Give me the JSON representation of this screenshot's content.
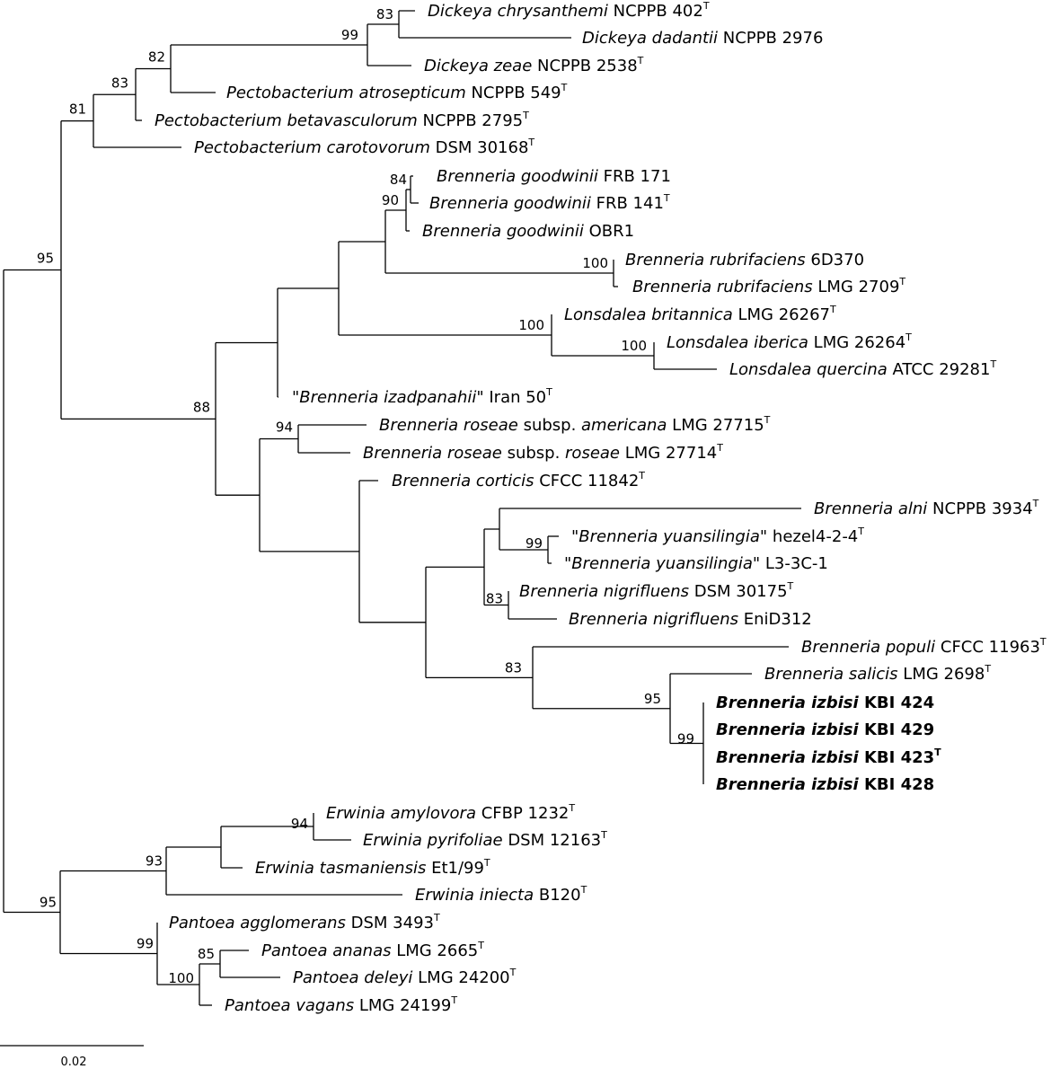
{
  "tree": {
    "leaves": [
      {
        "id": "L1",
        "parts": [
          {
            "t": "Dickeya chrysanthemi",
            "i": true
          },
          {
            "t": " NCPPB 402"
          }
        ],
        "sup": "T",
        "bold": false
      },
      {
        "id": "L2",
        "parts": [
          {
            "t": "Dickeya dadantii",
            "i": true
          },
          {
            "t": " NCPPB 2976"
          }
        ],
        "sup": "",
        "bold": false
      },
      {
        "id": "L3",
        "parts": [
          {
            "t": "Dickeya zeae",
            "i": true
          },
          {
            "t": " NCPPB 2538"
          }
        ],
        "sup": "T",
        "bold": false
      },
      {
        "id": "L4",
        "parts": [
          {
            "t": "Pectobacterium atrosepticum",
            "i": true
          },
          {
            "t": " NCPPB 549"
          }
        ],
        "sup": "T",
        "bold": false
      },
      {
        "id": "L5",
        "parts": [
          {
            "t": "Pectobacterium betavasculorum",
            "i": true
          },
          {
            "t": " NCPPB 2795"
          }
        ],
        "sup": "T",
        "bold": false
      },
      {
        "id": "L6",
        "parts": [
          {
            "t": "Pectobacterium carotovorum",
            "i": true
          },
          {
            "t": " DSM 30168"
          }
        ],
        "sup": "T",
        "bold": false
      },
      {
        "id": "L7",
        "parts": [
          {
            "t": "Brenneria goodwinii",
            "i": true
          },
          {
            "t": " FRB 171"
          }
        ],
        "sup": "",
        "bold": false
      },
      {
        "id": "L8",
        "parts": [
          {
            "t": "Brenneria goodwinii",
            "i": true
          },
          {
            "t": " FRB 141"
          }
        ],
        "sup": "T",
        "bold": false
      },
      {
        "id": "L9",
        "parts": [
          {
            "t": "Brenneria goodwinii",
            "i": true
          },
          {
            "t": " OBR1"
          }
        ],
        "sup": "",
        "bold": false
      },
      {
        "id": "L10",
        "parts": [
          {
            "t": "Brenneria rubrifaciens",
            "i": true
          },
          {
            "t": " 6D370"
          }
        ],
        "sup": "",
        "bold": false
      },
      {
        "id": "L11",
        "parts": [
          {
            "t": "Brenneria rubrifaciens",
            "i": true
          },
          {
            "t": " LMG 2709"
          }
        ],
        "sup": "T",
        "bold": false
      },
      {
        "id": "L12",
        "parts": [
          {
            "t": "Lonsdalea britannica",
            "i": true
          },
          {
            "t": " LMG 26267"
          }
        ],
        "sup": "T",
        "bold": false
      },
      {
        "id": "L13",
        "parts": [
          {
            "t": "Lonsdalea iberica",
            "i": true
          },
          {
            "t": " LMG 26264"
          }
        ],
        "sup": "T",
        "bold": false
      },
      {
        "id": "L14",
        "parts": [
          {
            "t": "Lonsdalea quercina",
            "i": true
          },
          {
            "t": " ATCC 29281"
          }
        ],
        "sup": "T",
        "bold": false
      },
      {
        "id": "L15",
        "parts": [
          {
            "t": "\""
          },
          {
            "t": "Brenneria izadpanahii",
            "i": true
          },
          {
            "t": "\" Iran 50"
          }
        ],
        "sup": "T",
        "bold": false
      },
      {
        "id": "L16",
        "parts": [
          {
            "t": "Brenneria roseae",
            "i": true
          },
          {
            "t": " subsp. "
          },
          {
            "t": "americana",
            "i": true
          },
          {
            "t": " LMG 27715"
          }
        ],
        "sup": "T",
        "bold": false
      },
      {
        "id": "L17",
        "parts": [
          {
            "t": "Brenneria roseae",
            "i": true
          },
          {
            "t": " subsp. "
          },
          {
            "t": "roseae",
            "i": true
          },
          {
            "t": " LMG 27714"
          }
        ],
        "sup": "T",
        "bold": false
      },
      {
        "id": "L18",
        "parts": [
          {
            "t": "Brenneria corticis",
            "i": true
          },
          {
            "t": " CFCC 11842"
          }
        ],
        "sup": "T",
        "bold": false
      },
      {
        "id": "L19",
        "parts": [
          {
            "t": "Brenneria alni",
            "i": true
          },
          {
            "t": " NCPPB 3934"
          }
        ],
        "sup": "T",
        "bold": false
      },
      {
        "id": "L20",
        "parts": [
          {
            "t": "\""
          },
          {
            "t": "Brenneria yuansilingia",
            "i": true
          },
          {
            "t": "\" hezel4-2-4"
          }
        ],
        "sup": "T",
        "bold": false
      },
      {
        "id": "L21",
        "parts": [
          {
            "t": "\""
          },
          {
            "t": "Brenneria yuansilingia",
            "i": true
          },
          {
            "t": "\" L3-3C-1"
          }
        ],
        "sup": "",
        "bold": false
      },
      {
        "id": "L22",
        "parts": [
          {
            "t": "Brenneria nigrifluens",
            "i": true
          },
          {
            "t": " DSM 30175"
          }
        ],
        "sup": "T",
        "bold": false
      },
      {
        "id": "L23",
        "parts": [
          {
            "t": "Brenneria nigrifluens",
            "i": true
          },
          {
            "t": " EniD312"
          }
        ],
        "sup": "",
        "bold": false
      },
      {
        "id": "L24",
        "parts": [
          {
            "t": "Brenneria populi",
            "i": true
          },
          {
            "t": " CFCC 11963"
          }
        ],
        "sup": "T",
        "bold": false
      },
      {
        "id": "L25",
        "parts": [
          {
            "t": "Brenneria salicis",
            "i": true
          },
          {
            "t": " LMG 2698"
          }
        ],
        "sup": "T",
        "bold": false
      },
      {
        "id": "L26",
        "parts": [
          {
            "t": "Brenneria izbisi",
            "i": true
          },
          {
            "t": " KBI 424"
          }
        ],
        "sup": "",
        "bold": true
      },
      {
        "id": "L27",
        "parts": [
          {
            "t": "Brenneria izbisi",
            "i": true
          },
          {
            "t": " KBI 429"
          }
        ],
        "sup": "",
        "bold": true
      },
      {
        "id": "L28",
        "parts": [
          {
            "t": "Brenneria izbisi",
            "i": true
          },
          {
            "t": " KBI 423"
          }
        ],
        "sup": "T",
        "bold": true
      },
      {
        "id": "L29",
        "parts": [
          {
            "t": "Brenneria izbisi",
            "i": true
          },
          {
            "t": " KBI 428"
          }
        ],
        "sup": "",
        "bold": true
      },
      {
        "id": "L30",
        "parts": [
          {
            "t": "Erwinia amylovora",
            "i": true
          },
          {
            "t": " CFBP 1232"
          }
        ],
        "sup": "T",
        "bold": false
      },
      {
        "id": "L31",
        "parts": [
          {
            "t": "Erwinia pyrifoliae",
            "i": true
          },
          {
            "t": " DSM 12163"
          }
        ],
        "sup": "T",
        "bold": false
      },
      {
        "id": "L32",
        "parts": [
          {
            "t": "Erwinia tasmaniensis",
            "i": true
          },
          {
            "t": " Et1/99"
          }
        ],
        "sup": "T",
        "bold": false
      },
      {
        "id": "L33",
        "parts": [
          {
            "t": "Erwinia iniecta",
            "i": true
          },
          {
            "t": " B120"
          }
        ],
        "sup": "T",
        "bold": false
      },
      {
        "id": "L34",
        "parts": [
          {
            "t": "Pantoea agglomerans",
            "i": true
          },
          {
            "t": " DSM 3493"
          }
        ],
        "sup": "T",
        "bold": false
      },
      {
        "id": "L35",
        "parts": [
          {
            "t": "Pantoea ananas",
            "i": true
          },
          {
            "t": " LMG 2665"
          }
        ],
        "sup": "T",
        "bold": false
      },
      {
        "id": "L36",
        "parts": [
          {
            "t": "Pantoea deleyi",
            "i": true
          },
          {
            "t": " LMG 24200"
          }
        ],
        "sup": "T",
        "bold": false
      },
      {
        "id": "L37",
        "parts": [
          {
            "t": "Pantoea vagans",
            "i": true
          },
          {
            "t": " LMG 24199"
          }
        ],
        "sup": "T",
        "bold": false
      }
    ],
    "bootstrap": [
      {
        "node": "N_dick_cz",
        "value": "83"
      },
      {
        "node": "N_dick",
        "value": "99"
      },
      {
        "node": "N_dick_pa",
        "value": "82"
      },
      {
        "node": "N_dick_pb",
        "value": "83"
      },
      {
        "node": "N_pect",
        "value": "81"
      },
      {
        "node": "N_upper",
        "value": "95"
      },
      {
        "node": "N_good_171_141",
        "value": "84"
      },
      {
        "node": "N_good",
        "value": "90"
      },
      {
        "node": "N_rubr",
        "value": "100"
      },
      {
        "node": "N_lons",
        "value": "100"
      },
      {
        "node": "N_lons_iq",
        "value": "100"
      },
      {
        "node": "N_bren_main",
        "value": "88"
      },
      {
        "node": "N_rose",
        "value": "94"
      },
      {
        "node": "N_yuan",
        "value": "99"
      },
      {
        "node": "N_nigr",
        "value": "83"
      },
      {
        "node": "N_pop",
        "value": "83"
      },
      {
        "node": "N_sal_izb",
        "value": "95"
      },
      {
        "node": "N_izb",
        "value": "99"
      },
      {
        "node": "N_erw_ap",
        "value": "94"
      },
      {
        "node": "N_erw",
        "value": "93"
      },
      {
        "node": "N_pant",
        "value": "99"
      },
      {
        "node": "N_pant_inner",
        "value": "100"
      },
      {
        "node": "N_pant_ad",
        "value": "85"
      },
      {
        "node": "N_bottom",
        "value": "95"
      }
    ],
    "scale_bar": {
      "label": "0.02"
    }
  }
}
